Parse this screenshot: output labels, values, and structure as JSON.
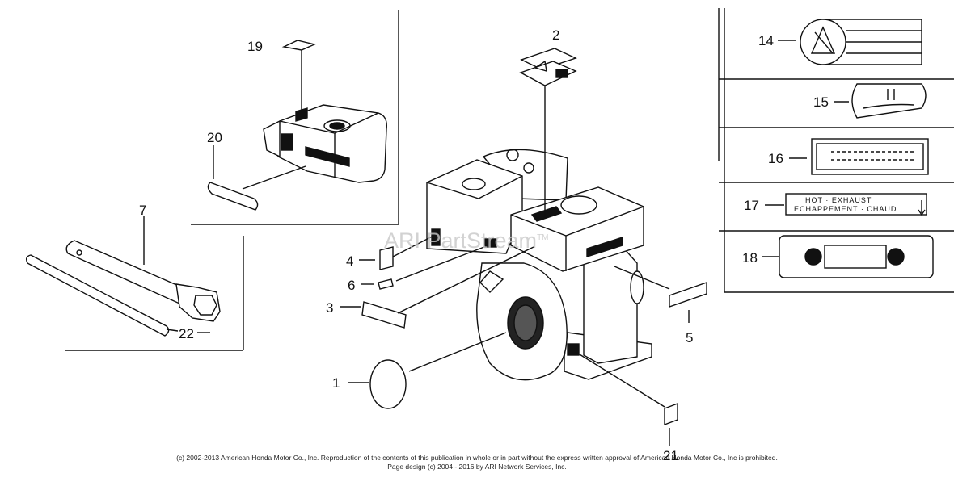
{
  "diagram": {
    "callouts": [
      "1",
      "2",
      "3",
      "4",
      "5",
      "6",
      "7",
      "14",
      "15",
      "16",
      "17",
      "18",
      "19",
      "20",
      "21",
      "22"
    ],
    "decal_17_line1": "HOT · EXHAUST",
    "decal_17_line2": "ECHAPPEMENT · CHAUD",
    "watermark": "ARI PartStream",
    "watermark_tm": "TM"
  },
  "footer": {
    "line1": "(c) 2002-2013 American Honda Motor Co., Inc. Reproduction of the contents of this publication in whole or in part without the express written approval of American Honda Motor Co., Inc is prohibited.",
    "line2": "Page design (c) 2004 - 2016 by ARI Network Services, Inc."
  }
}
